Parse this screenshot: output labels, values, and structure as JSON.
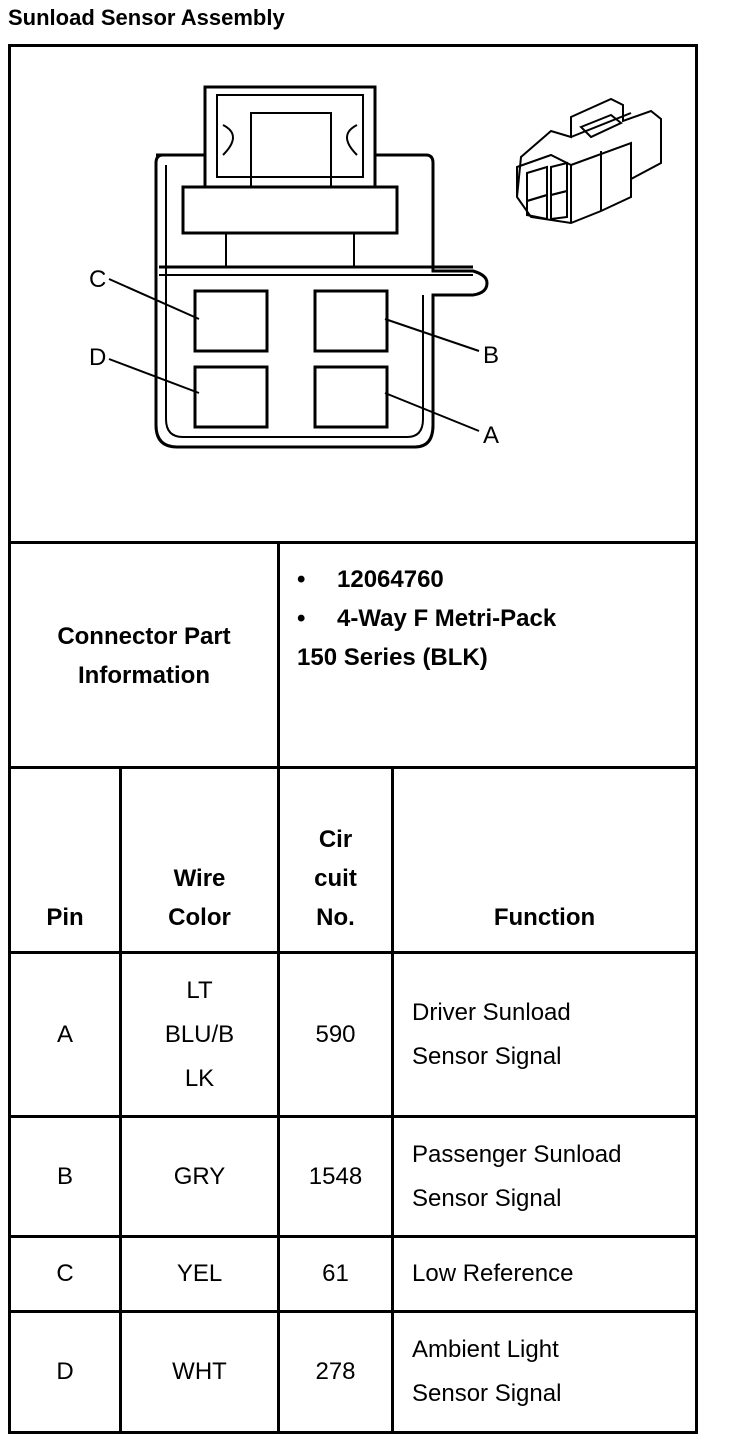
{
  "title": "Sunload Sensor Assembly",
  "diagram": {
    "pin_labels": [
      "C",
      "D",
      "B",
      "A"
    ]
  },
  "connector": {
    "label": "Connector Part Information",
    "bullets": [
      "12064760",
      "4-Way F Metri-Pack"
    ],
    "extra_line": "150 Series (BLK)"
  },
  "table": {
    "headers": {
      "pin": "Pin",
      "wire_color": "Wire Color",
      "circuit": "Cir cuit No.",
      "function": "Function"
    },
    "rows": [
      {
        "pin": "A",
        "wire": "LT BLU/B LK",
        "circuit": "590",
        "function": "Driver Sunload Sensor Signal"
      },
      {
        "pin": "B",
        "wire": "GRY",
        "circuit": "1548",
        "function": "Passenger Sunload Sensor Signal"
      },
      {
        "pin": "C",
        "wire": "YEL",
        "circuit": "61",
        "function": "Low Reference"
      },
      {
        "pin": "D",
        "wire": "WHT",
        "circuit": "278",
        "function": "Ambient Light Sensor Signal"
      }
    ]
  }
}
